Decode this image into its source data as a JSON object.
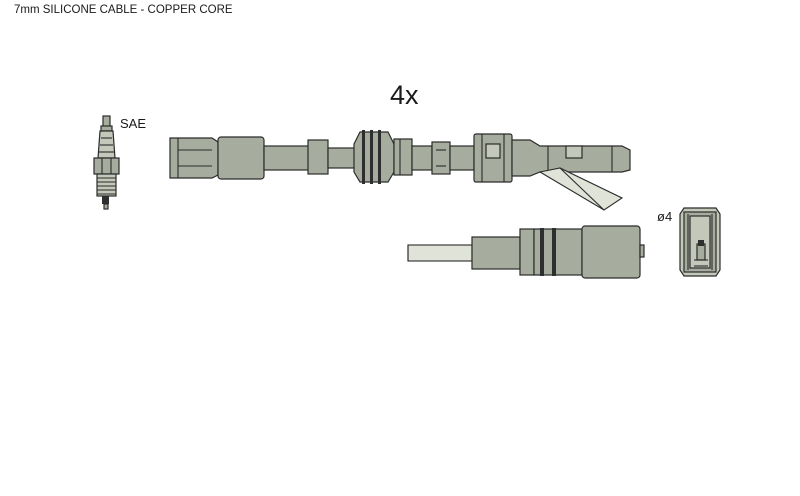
{
  "header": {
    "text": "7mm SILICONE CABLE - COPPER CORE"
  },
  "quantity_label": "4x",
  "spark_plug_label": "SAE",
  "terminal_label": "ø4"
}
